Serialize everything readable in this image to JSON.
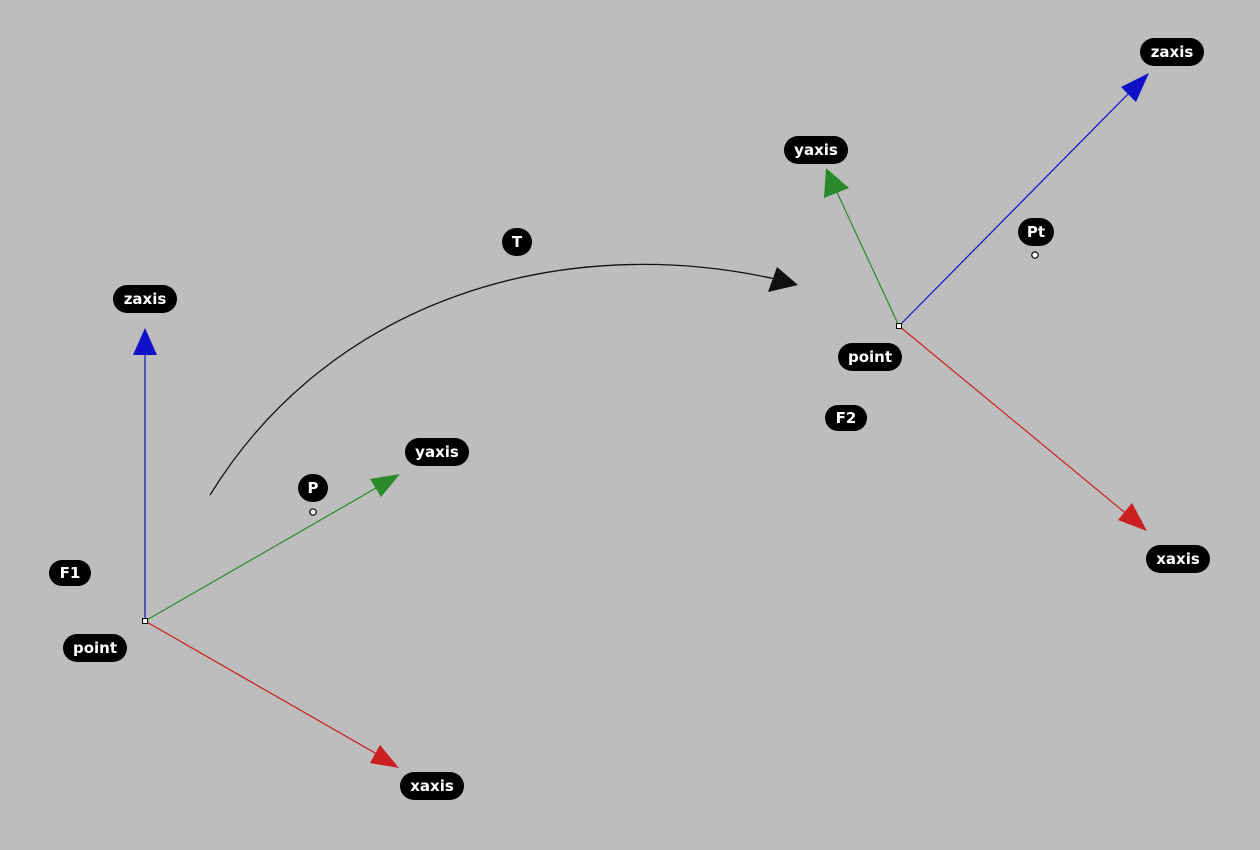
{
  "frames": [
    {
      "name": "F1",
      "origin_label": "point",
      "x_label": "xaxis",
      "y_label": "yaxis",
      "z_label": "zaxis"
    },
    {
      "name": "F2",
      "origin_label": "point",
      "x_label": "xaxis",
      "y_label": "yaxis",
      "z_label": "zaxis"
    }
  ],
  "transform_label": "T",
  "points": [
    {
      "name": "P"
    },
    {
      "name": "Pt"
    }
  ],
  "colors": {
    "background": "#bdbdbd",
    "x_axis": "#cc1f1f",
    "y_axis": "#2a8a2a",
    "z_axis": "#1010c8",
    "transform_arc": "#111111",
    "label_bg": "#000000",
    "label_text": "#ffffff"
  }
}
